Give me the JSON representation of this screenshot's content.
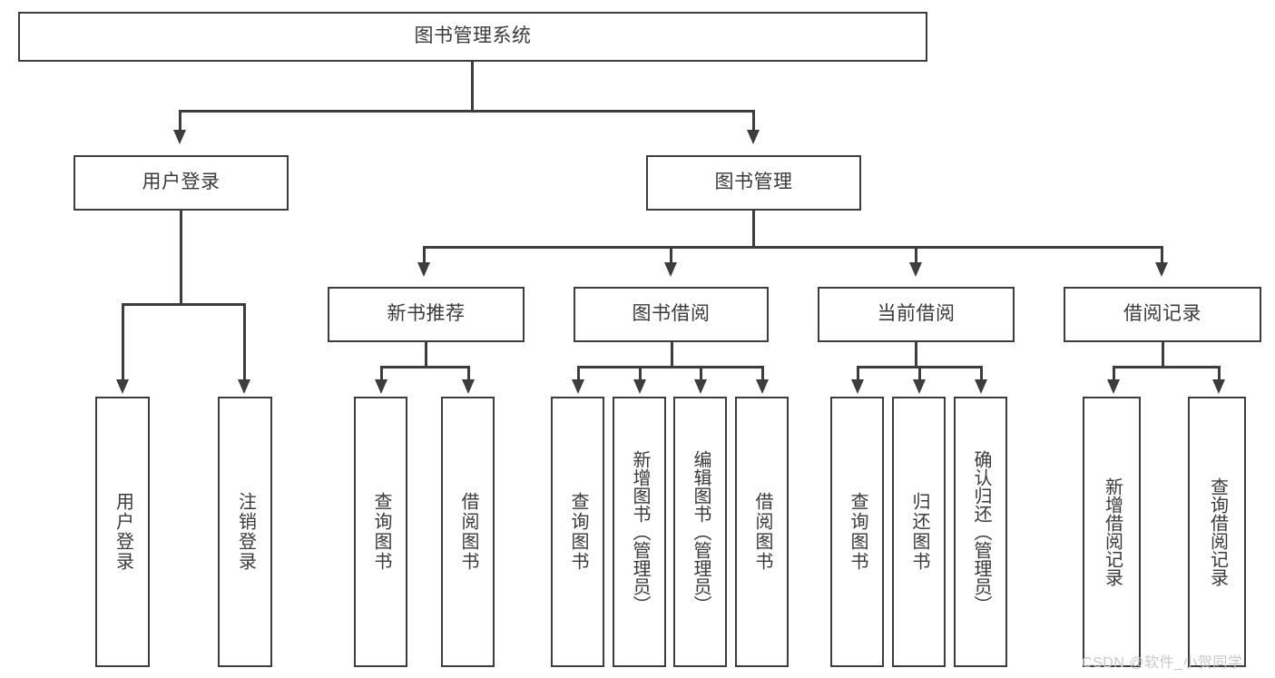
{
  "diagram": {
    "title": "图书管理系统",
    "type": "tree",
    "watermark": "CSDN @软件_小贺同学",
    "colors": {
      "stroke": "#3d3d3d",
      "text": "#3a3a3a",
      "background": "#ffffff",
      "watermark": "#c9c9c9"
    },
    "root": {
      "label": "图书管理系统"
    },
    "level2": [
      {
        "label": "用户登录"
      },
      {
        "label": "图书管理"
      }
    ],
    "level3": [
      {
        "label": "新书推荐"
      },
      {
        "label": "图书借阅"
      },
      {
        "label": "当前借阅"
      },
      {
        "label": "借阅记录"
      }
    ],
    "leaves": {
      "user_login": [
        {
          "label": "用户登录"
        },
        {
          "label": "注销登录"
        }
      ],
      "new_book_recommend": [
        {
          "label": "查询图书"
        },
        {
          "label": "借阅图书"
        }
      ],
      "book_borrow": [
        {
          "label": "查询图书"
        },
        {
          "label": "新增图书（管理员）"
        },
        {
          "label": "编辑图书（管理员）"
        },
        {
          "label": "借阅图书"
        }
      ],
      "current_borrow": [
        {
          "label": "查询图书"
        },
        {
          "label": "归还图书"
        },
        {
          "label": "确认归还（管理员）"
        }
      ],
      "borrow_record": [
        {
          "label": "新增借阅记录"
        },
        {
          "label": "查询借阅记录"
        }
      ]
    }
  }
}
